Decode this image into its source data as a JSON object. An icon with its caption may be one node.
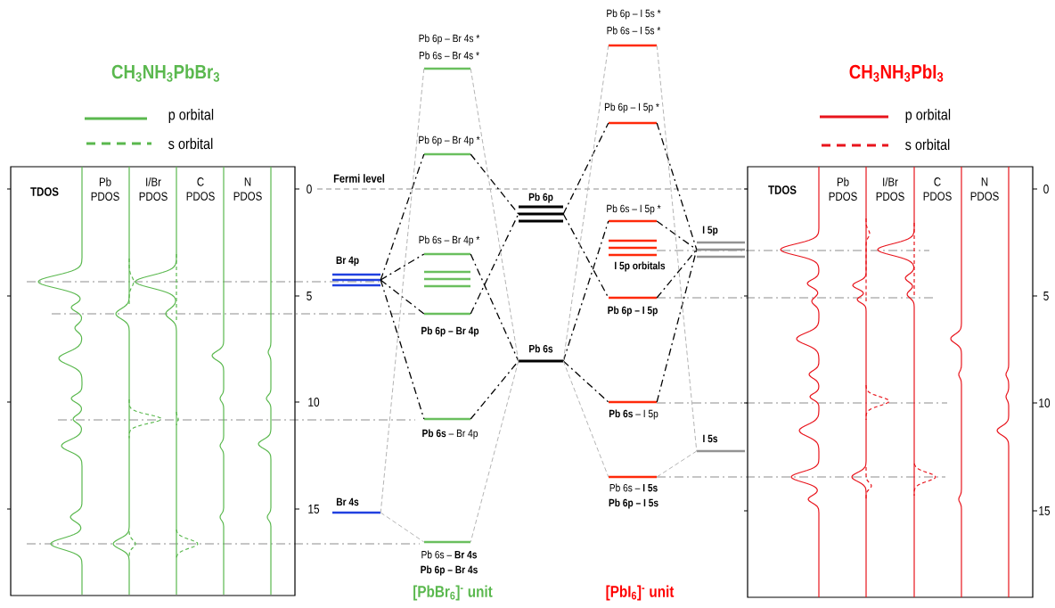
{
  "diagram": {
    "nodes": [
      {
        "text": [
          "Br 4p"
        ]
      },
      {
        "text": [
          "Br 4s"
        ]
      },
      {
        "text": [
          "Pb 6p – Br 4s *",
          "Pb 6s – Br 4s *"
        ]
      },
      {
        "text": [
          "Pb 6p – Br 4p *"
        ]
      },
      {
        "text": [
          "Pb 6s – Br 4p *"
        ]
      },
      {
        "text": [],
        "shape": "bar"
      },
      {
        "text": [
          "Pb 6p – Br 4p"
        ]
      },
      {
        "text": [
          "**Pb 6s** – Br 4p"
        ]
      },
      {
        "text": [
          "Pb 6s – **Br 4s**",
          "Pb 6p – Br 4s"
        ]
      },
      {
        "text": [
          "Pb 6p"
        ]
      },
      {
        "text": [
          "Pb 6s"
        ]
      },
      {
        "text": [
          "Pb 6p – I 5s *",
          "Pb 6s – I 5s *"
        ]
      },
      {
        "text": [
          "Pb 6p – I 5p *"
        ]
      },
      {
        "text": [
          "Pb 6s – I 5p *"
        ]
      },
      {
        "text": [
          "I 5p orbitals"
        ]
      },
      {
        "text": [
          "Pb 6p – I 5p"
        ]
      },
      {
        "text": [
          "**Pb 6s** – I 5p"
        ]
      },
      {
        "text": [
          "Pb 6s – **I 5s**",
          "Pb 6p – I 5s"
        ]
      },
      {
        "text": [
          "I 5p"
        ]
      },
      {
        "text": [
          "I 5s"
        ]
      }
    ],
    "edges": [
      {
        "from": 0,
        "to": 3,
        "arrow": "none"
      },
      {
        "from": 0,
        "to": 4,
        "arrow": "none"
      },
      {
        "from": 0,
        "to": 6,
        "arrow": "none"
      },
      {
        "from": 0,
        "to": 7,
        "arrow": "none"
      },
      {
        "from": 3,
        "to": 9,
        "arrow": "none"
      },
      {
        "from": 6,
        "to": 9,
        "arrow": "none"
      },
      {
        "from": 4,
        "to": 10,
        "arrow": "none"
      },
      {
        "from": 7,
        "to": 10,
        "arrow": "none"
      },
      {
        "from": 9,
        "to": 12,
        "arrow": "none"
      },
      {
        "from": 9,
        "to": 15,
        "arrow": "none"
      },
      {
        "from": 10,
        "to": 13,
        "arrow": "none"
      },
      {
        "from": 10,
        "to": 16,
        "arrow": "none"
      },
      {
        "from": 12,
        "to": 18,
        "arrow": "none"
      },
      {
        "from": 13,
        "to": 18,
        "arrow": "none"
      },
      {
        "from": 15,
        "to": 18,
        "arrow": "none"
      },
      {
        "from": 16,
        "to": 18,
        "arrow": "none"
      },
      {
        "from": 2,
        "to": 1,
        "arrow": "none",
        "style": "dashed",
        "color": "#b4b4b4"
      },
      {
        "from": 1,
        "to": 8,
        "arrow": "none",
        "style": "dashed",
        "color": "#b4b4b4"
      },
      {
        "from": 2,
        "to": 10,
        "arrow": "none",
        "style": "dashed",
        "color": "#b4b4b4"
      },
      {
        "from": 10,
        "to": 8,
        "arrow": "none",
        "style": "dashed",
        "color": "#b4b4b4"
      },
      {
        "from": 11,
        "to": 10,
        "arrow": "none",
        "style": "dashed",
        "color": "#b4b4b4"
      },
      {
        "from": 10,
        "to": 17,
        "arrow": "none",
        "style": "dashed",
        "color": "#b4b4b4"
      },
      {
        "from": 11,
        "to": 19,
        "arrow": "none",
        "style": "dashed",
        "color": "#b4b4b4"
      },
      {
        "from": 19,
        "to": 17,
        "arrow": "none",
        "style": "dashed",
        "color": "#b4b4b4"
      }
    ],
    "labels": [
      "CH$_{3}$NH$_{3}$PbBr$_{3}$",
      "CH$_{3}$NH$_{3}$PbI$_{3}$",
      "Fermi level",
      "TDOS",
      "Pb PDOS",
      "I/Br PDOS",
      "C PDOS",
      "N PDOS",
      "0",
      "5",
      "10",
      "15",
      "TDOS",
      "Pb PDOS",
      "I/Br PDOS",
      "C PDOS",
      "N PDOS",
      "0",
      "5",
      "10",
      "15",
      "[PbBr$_{6}$]$^{-}$ unit",
      "[PbI$_{6}$]$^{-}$ unit"
    ],
    "legend": [
      {
        "text": "p orbital"
      },
      {
        "text": "s orbital"
      },
      {
        "text": "p orbital"
      },
      {
        "text": "s orbital"
      }
    ]
  }
}
